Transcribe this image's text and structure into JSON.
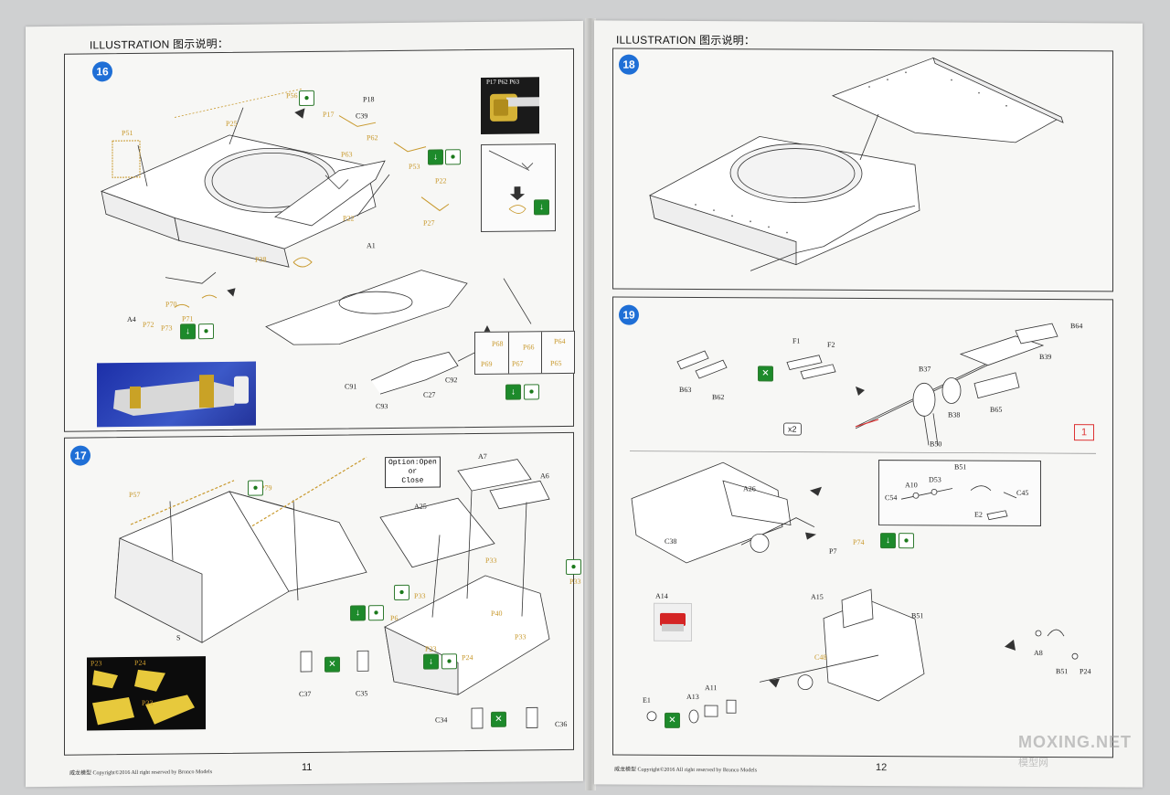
{
  "left": {
    "heading": "ILLUSTRATION 图示说明：",
    "footer": "威龙模型   Copyright©2016  All right reserved by Bronco Models",
    "page_number": "11",
    "step16": {
      "number": "16",
      "detail_label": "P17 P62 P63",
      "parts": [
        "P56",
        "P18",
        "P17",
        "C39",
        "P62",
        "P63",
        "P51",
        "P25",
        "P53",
        "P22",
        "P22",
        "P27",
        "A1",
        "P38",
        "P70",
        "A4",
        "P72",
        "P73",
        "P71",
        "P68",
        "P69",
        "P66",
        "P67",
        "P64",
        "P65",
        "C91",
        "C93",
        "C27",
        "C92"
      ]
    },
    "step17": {
      "number": "17",
      "option_line1": "Option:Open",
      "option_line2": "or",
      "option_line3": "Close",
      "parts": [
        "P57",
        "P79",
        "S",
        "A7",
        "A6",
        "A25",
        "P33",
        "P33",
        "P33",
        "P6",
        "P23",
        "P24",
        "P40",
        "P33",
        "C37",
        "C35",
        "C34",
        "C36"
      ],
      "photo_labels": [
        "P23",
        "P24",
        "P33"
      ]
    }
  },
  "right": {
    "heading": "ILLUSTRATION 图示说明：",
    "footer": "威龙模型   Copyright©2016  All right reserved by Bronco Models",
    "page_number": "12",
    "step18": {
      "number": "18"
    },
    "step19": {
      "number": "19",
      "qty": "x2",
      "boxed_number": "1",
      "parts": [
        "B64",
        "B39",
        "F1",
        "F2",
        "B37",
        "B63",
        "B62",
        "B38",
        "B65",
        "B50",
        "B51",
        "A10",
        "D53",
        "C54",
        "C45",
        "E2",
        "A26",
        "C38",
        "P7",
        "P74",
        "A14",
        "A15",
        "B51",
        "A8",
        "B51",
        "P24",
        "C48",
        "E1",
        "A13",
        "A11"
      ]
    }
  },
  "watermark": {
    "main": "MOXING.NET",
    "sub": "模型网"
  },
  "colors": {
    "badge": "#1f6fd6",
    "pe_part": "#c8992d",
    "icon_green": "#1d8a2b",
    "frame": "#3b3b3b"
  }
}
